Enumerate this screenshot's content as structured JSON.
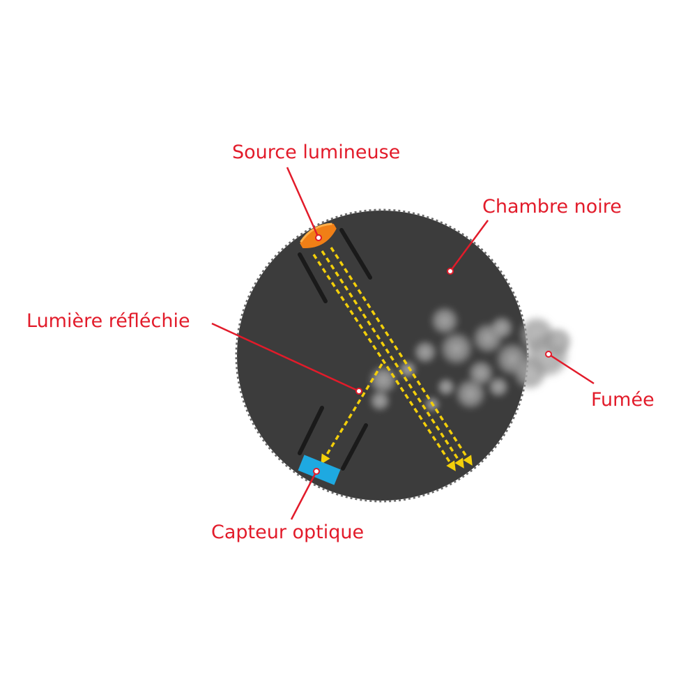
{
  "colors": {
    "label": "#e21b2a",
    "chamber": "#3c3c3c",
    "beam": "#f3cf0a",
    "source": "#f07f16",
    "sensor": "#1ea9e1",
    "smoke": "#9e9e9e"
  },
  "labels": {
    "source": "Source lumineuse",
    "chamber": "Chambre noire",
    "reflected": "Lumière réfléchie",
    "smoke": "Fumée",
    "sensor": "Capteur optique"
  }
}
